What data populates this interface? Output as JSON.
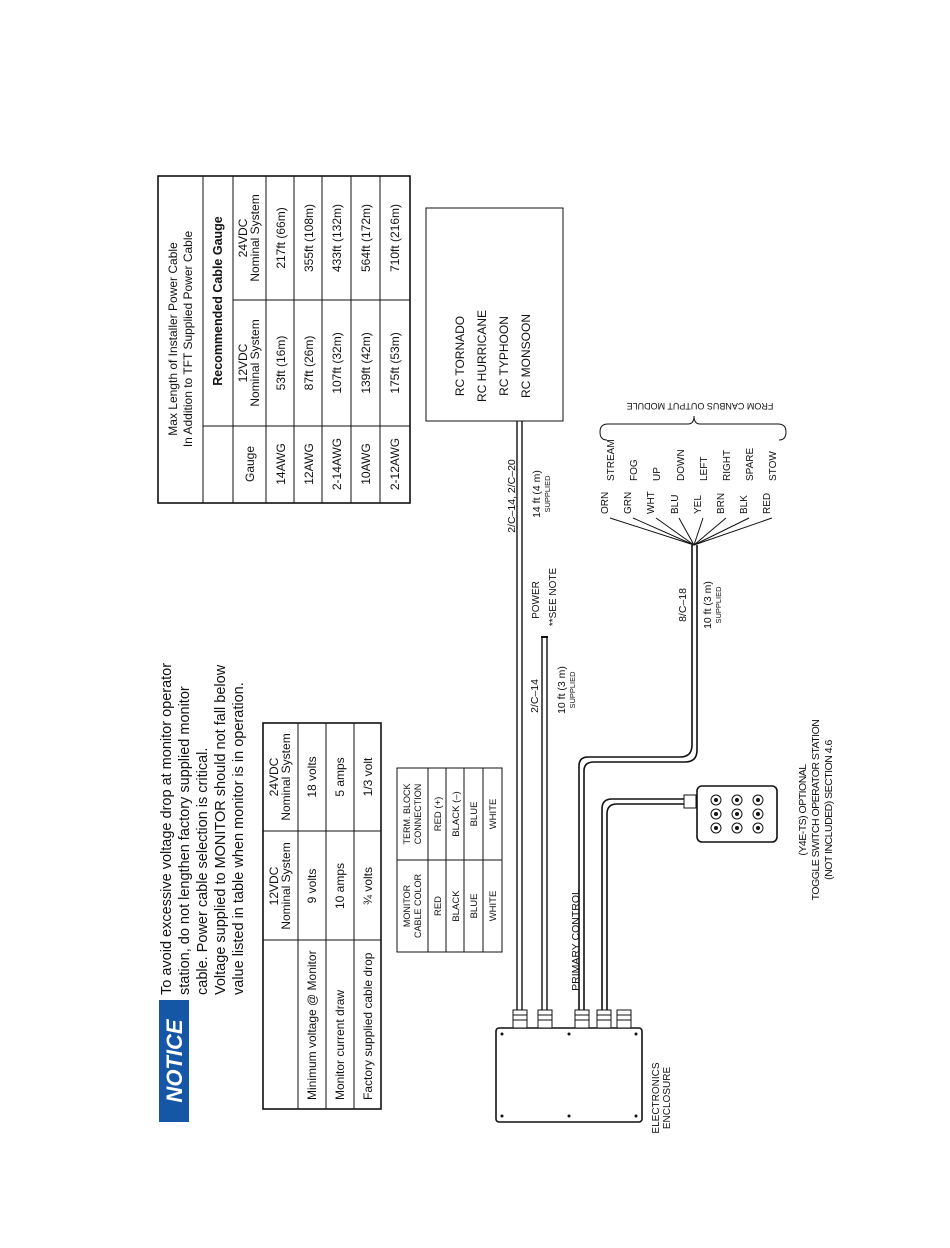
{
  "notice": {
    "badge": "NOTICE",
    "badge_color": "#1557a6",
    "lines": [
      "To avoid excessive voltage drop at monitor operator",
      "station, do not lengthen factory supplied monitor",
      "cable. Power cable selection is critical.",
      "Voltage supplied to MONITOR should not fall below",
      "value listed in table when monitor is in operation."
    ]
  },
  "voltage_table": {
    "headers": [
      [
        "12VDC",
        "Nominal System"
      ],
      [
        "24VDC",
        "Nominal System"
      ]
    ],
    "rows": [
      {
        "label": "Minimum voltage @ Monitor",
        "v12": "9 volts",
        "v24": "18 volts"
      },
      {
        "label": "Monitor current draw",
        "v12": "10 amps",
        "v24": "5 amps"
      },
      {
        "label": "Factory supplied cable drop",
        "v12": "¾ volts",
        "v24": "1/3 volt"
      }
    ]
  },
  "cable_table": {
    "title_lines": [
      "Max Length of Installer Power Cable",
      "In Addition to TFT Supplied Power Cable"
    ],
    "recommended": "Recommended Cable Gauge",
    "gauge_header": "Gauge",
    "headers": [
      [
        "12VDC",
        "Nominal System"
      ],
      [
        "24VDC",
        "Nominal System"
      ]
    ],
    "rows": [
      {
        "gauge": "14AWG",
        "v12": "53ft (16m)",
        "v24": "217ft (66m)"
      },
      {
        "gauge": "12AWG",
        "v12": "87ft (26m)",
        "v24": "355ft (108m)"
      },
      {
        "gauge": "2-14AWG",
        "v12": "107ft (32m)",
        "v24": "433ft (132m)"
      },
      {
        "gauge": "10AWG",
        "v12": "139ft (42m)",
        "v24": "564ft (172m)"
      },
      {
        "gauge": "2-12AWG",
        "v12": "175ft (53m)",
        "v24": "710ft (216m)"
      }
    ]
  },
  "monitor_box": [
    "RC TORNADO",
    "RC HURRICANE",
    "RC TYPHOON",
    "RC MONSOON"
  ],
  "color_table": {
    "headers": [
      [
        "MONITOR",
        "CABLE COLOR"
      ],
      [
        "TERM. BLOCK",
        "CONNECTION"
      ]
    ],
    "rows": [
      [
        "RED",
        "RED (+)"
      ],
      [
        "BLACK",
        "BLACK (–)"
      ],
      [
        "BLUE",
        "BLUE"
      ],
      [
        "WHITE",
        "WHITE"
      ]
    ]
  },
  "cable_labels": {
    "monitor_cable": "2/C–14, 2/C–20",
    "monitor_length": "14 ft (4 m)",
    "monitor_supplied": "SUPPLIED",
    "power_cable": "2/C–14",
    "power_length": "10 ft (3 m)",
    "power_supplied": "SUPPLIED",
    "power_label": "POWER",
    "power_note": "**SEE NOTE",
    "canbus_cable": "8/C–18",
    "canbus_length": "10 ft (3 m)",
    "canbus_supplied": "SUPPLIED",
    "primary_control": "PRIMARY CONTROL",
    "from_canbus": "FROM CANBUS OUTPUT MODULE"
  },
  "wires": [
    {
      "color": "ORN",
      "func": "STREAM"
    },
    {
      "color": "GRN",
      "func": "FOG"
    },
    {
      "color": "WHT",
      "func": "UP"
    },
    {
      "color": "BLU",
      "func": "DOWN"
    },
    {
      "color": "YEL",
      "func": "LEFT"
    },
    {
      "color": "BRN",
      "func": "RIGHT"
    },
    {
      "color": "BLK",
      "func": "SPARE"
    },
    {
      "color": "RED",
      "func": "STOW"
    }
  ],
  "enclosure": [
    "ELECTRONICS",
    "ENCLOSURE"
  ],
  "toggle_station": [
    "(Y4E-TS) OPTIONAL",
    "TOGGLE SWITCH OPERATOR STATION",
    "(NOT INCLUDED) SECTION 4.6"
  ]
}
